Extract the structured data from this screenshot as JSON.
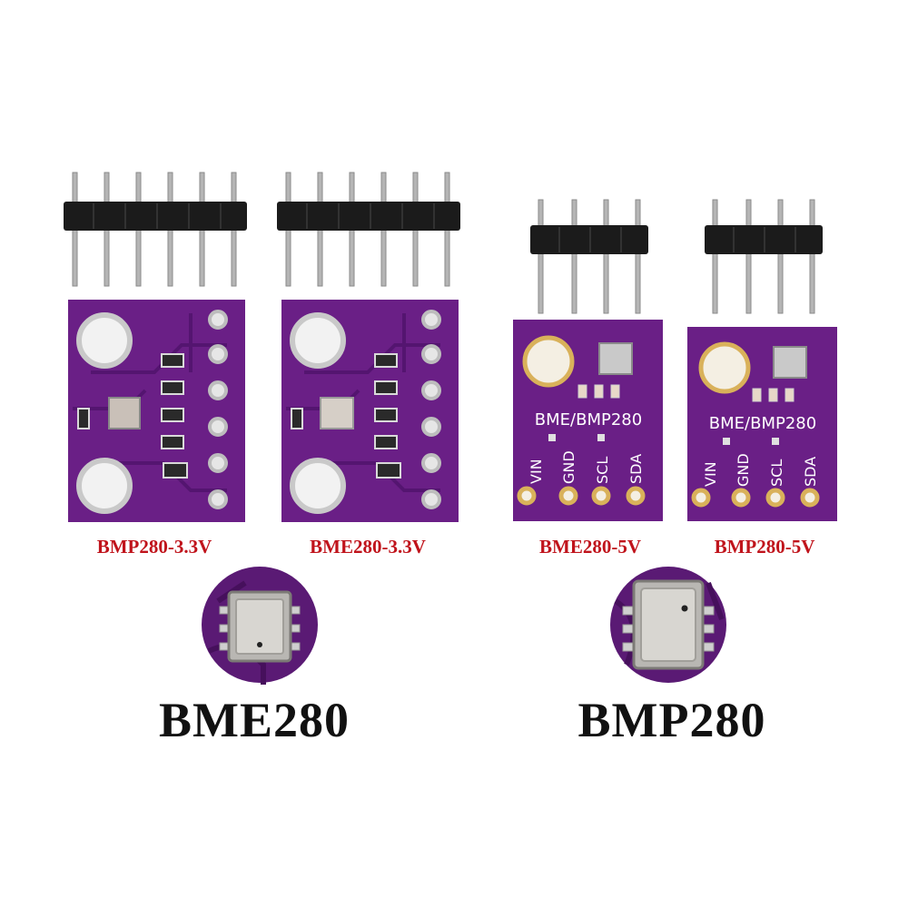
{
  "modules": [
    {
      "caption": "BMP280-3.3V",
      "variant": "6-pin",
      "sensor": "BMP280"
    },
    {
      "caption": "BME280-3.3V",
      "variant": "6-pin",
      "sensor": "BME280"
    },
    {
      "caption": "BME280-5V",
      "variant": "4-pin",
      "sensor": "BME280",
      "silk_title": "BME/BMP280",
      "pins": [
        "VIN",
        "GND",
        "SCL",
        "SDA"
      ]
    },
    {
      "caption": "BMP280-5V",
      "variant": "4-pin",
      "sensor": "BMP280",
      "silk_title": "BME/BMP280",
      "pins": [
        "VIN",
        "GND",
        "SCL",
        "SDA"
      ]
    }
  ],
  "closeups": [
    {
      "label": "BME280"
    },
    {
      "label": "BMP280"
    }
  ],
  "colors": {
    "pcb": "#6a1f86",
    "pcb_dark": "#4e1266",
    "caption": "#c0141c",
    "label": "#111111",
    "header": "#1a1a1a",
    "pin": "#b8b8b8",
    "gold": "#d9b15a"
  }
}
